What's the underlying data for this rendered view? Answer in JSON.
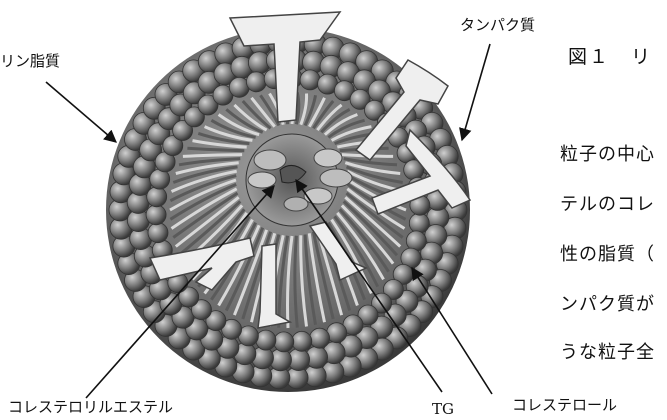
{
  "labels": {
    "phospholipid": "リン脂質",
    "protein": "タンパク質",
    "cholesteryl_ester": "コレステロリルエステル",
    "tg": "TG",
    "cholesterol": "コレステロール"
  },
  "figure_title": "図１　リ",
  "paragraph_lines": [
    "粒子の中心",
    "テルのコレ",
    "性の脂質（",
    "ンパク質が",
    "うな粒子全"
  ],
  "colors": {
    "line": "#111111",
    "dark": "#4a4a4a",
    "mid": "#7a7a7a",
    "light": "#b5b5b5",
    "white": "#f4f4f4"
  }
}
